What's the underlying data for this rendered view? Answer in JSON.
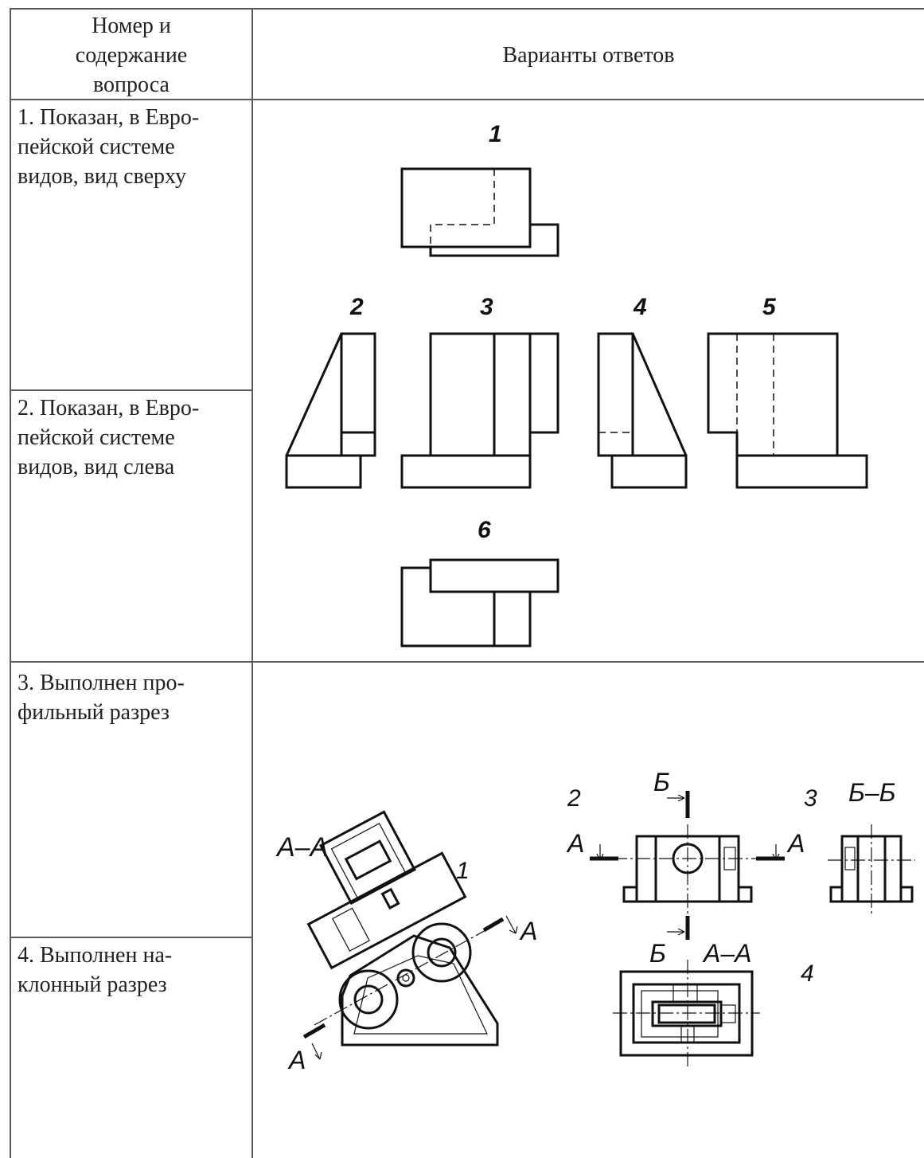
{
  "header": {
    "question_col": "Номер и\nсодержание\nвопроса",
    "answers_col": "Варианты ответов"
  },
  "questions": [
    {
      "text": "1. Показан, в Евро-\nпейской системе\nвидов, вид сверху"
    },
    {
      "text": "2. Показан, в Евро-\nпейской системе\nвидов, вид слева"
    },
    {
      "text": "3. Выполнен про-\nфильный разрез"
    },
    {
      "text": "4. Выполнен на-\nклонный разрез"
    }
  ],
  "views_block": {
    "labels": [
      "1",
      "2",
      "3",
      "4",
      "5",
      "6"
    ]
  },
  "sections_block": {
    "labels": {
      "aa_left": "A–A",
      "n1": "1",
      "a_right": "A",
      "a_bottom": "A",
      "n2": "2",
      "b_top": "Б",
      "a_left_mid": "A",
      "a_right_mid": "A",
      "n3": "3",
      "bb": "Б–Б",
      "b_bottom": "Б",
      "aa_right": "A–A",
      "n4": "4"
    }
  },
  "colors": {
    "ink": "#111111",
    "rule": "#5a5a5a"
  }
}
